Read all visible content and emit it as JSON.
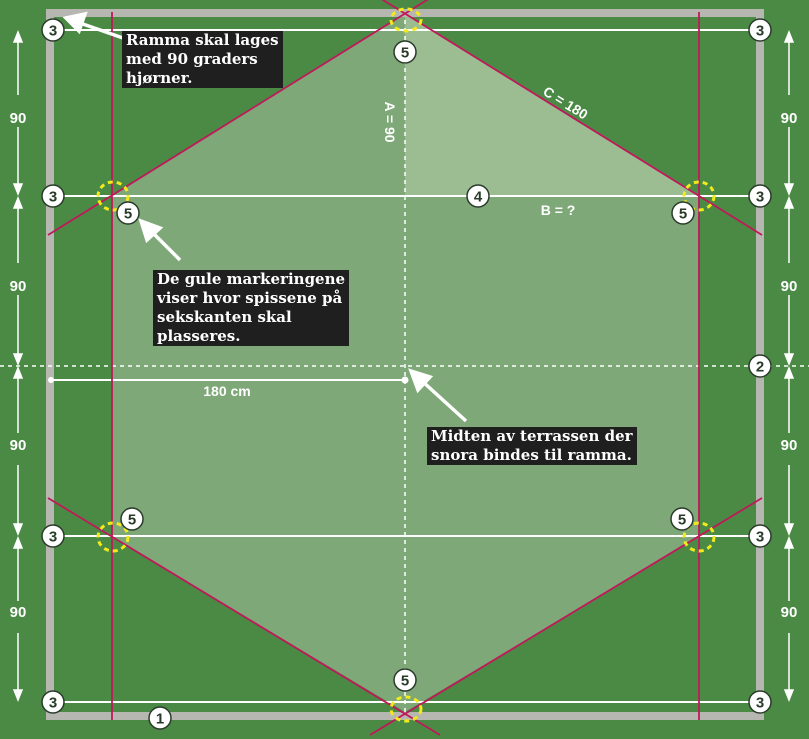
{
  "colors": {
    "background": "#4a8a45",
    "frame": "#b7b7b2",
    "hexagon_fill": "#7fa878",
    "hexagon_highlight": "#9bbd91",
    "crimson_line": "#c0185a",
    "white_line": "#ffffff",
    "marker_yellow": "#f2ea1a",
    "callout_bg": "#1f1f1f"
  },
  "markers": {
    "frame_number": "1",
    "center_line_number": "2",
    "corner_number": "3",
    "cross_line_number": "4",
    "hex_point_number": "5"
  },
  "side_labels": {
    "segment": "90"
  },
  "diagram_labels": {
    "a": "A = 90",
    "b": "B = ?",
    "c": "C = 180",
    "radius": "180 cm"
  },
  "callouts": {
    "frame": "Ramma skal lages\nmed 90 graders\nhjørner.",
    "markings": "De gule markeringene\nviser hvor spissene på\nsekskanten skal\nplasseres.",
    "center": "Midten av terrassen der\nsnora bindes til ramma."
  }
}
